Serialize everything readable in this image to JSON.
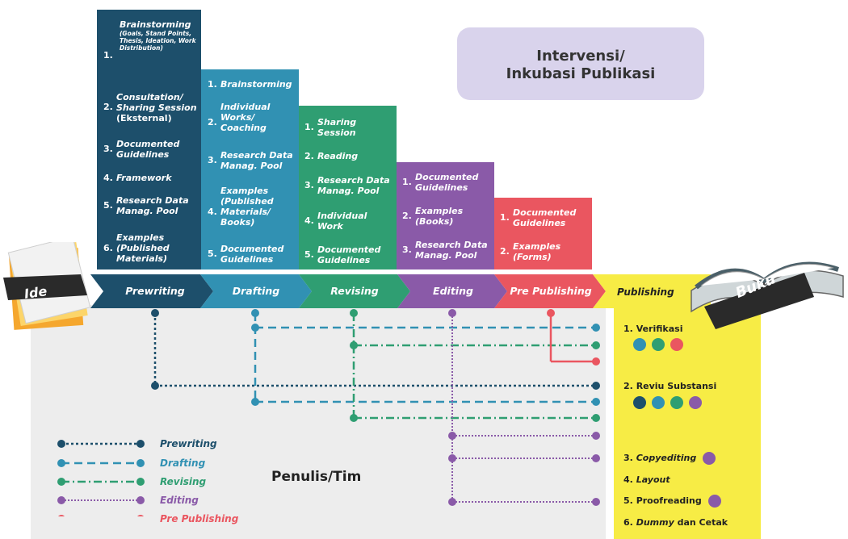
{
  "title_box": {
    "line1": "Intervensi/",
    "line2": "Inkubasi Publikasi"
  },
  "colors": {
    "prewriting": "#1d4f6b",
    "drafting": "#3191b3",
    "revising": "#2f9e72",
    "editing": "#8a5aa8",
    "pre_publishing": "#ea5660",
    "publishing": "#f7ec45"
  },
  "panels": {
    "prewriting": [
      {
        "num": "1.",
        "text": "Brainstorming",
        "sub": "(Goals, Stand Points, Thesis, Ideation, Work Distribution)"
      },
      {
        "num": "2.",
        "text": "Consultation/ Sharing Session",
        "extra": "(Eksternal)"
      },
      {
        "num": "3.",
        "text": "Documented Guidelines"
      },
      {
        "num": "4.",
        "text": "Framework"
      },
      {
        "num": "5.",
        "text": "Research Data Manag. Pool"
      },
      {
        "num": "6.",
        "text": "Examples (Published Materials)"
      }
    ],
    "drafting": [
      {
        "num": "1.",
        "text": "Brainstorming"
      },
      {
        "num": "2.",
        "text": "Individual Works/ Coaching"
      },
      {
        "num": "3.",
        "text": "Research Data Manag. Pool"
      },
      {
        "num": "4.",
        "text": "Examples (Published Materials/ Books)"
      },
      {
        "num": "5.",
        "text": "Documented Guidelines"
      }
    ],
    "revising": [
      {
        "num": "1.",
        "text": "Sharing Session"
      },
      {
        "num": "2.",
        "text": "Reading"
      },
      {
        "num": "3.",
        "text": "Research Data Manag. Pool"
      },
      {
        "num": "4.",
        "text": "Individual Work"
      },
      {
        "num": "5.",
        "text": "Documented Guidelines"
      }
    ],
    "editing": [
      {
        "num": "1.",
        "text": "Documented Guidelines"
      },
      {
        "num": "2.",
        "text": "Examples (Books)"
      },
      {
        "num": "3.",
        "text": "Research Data Manag. Pool"
      }
    ],
    "pre_publishing": [
      {
        "num": "1.",
        "text": "Documented Guidelines"
      },
      {
        "num": "2.",
        "text": "Examples (Forms)"
      }
    ]
  },
  "stages": [
    "Prewriting",
    "Drafting",
    "Revising",
    "Editing",
    "Pre Publishing",
    "Publishing"
  ],
  "ide_label": "Ide",
  "buku_label": "Buku",
  "center_label": "Penulis/Tim",
  "publishing_steps": [
    {
      "num": "1.",
      "text": "Verifikasi"
    },
    {
      "num": "2.",
      "text": "Reviu Substansi"
    },
    {
      "num": "3.",
      "text": "Copyediting"
    },
    {
      "num": "4.",
      "text": "Layout"
    },
    {
      "num": "5.",
      "text": "Proofreading"
    },
    {
      "num": "6.",
      "text": "Dummy",
      "text2": "dan Cetak"
    }
  ],
  "legend": [
    "Prewriting",
    "Drafting",
    "Revising",
    "Editing",
    "Pre Publishing"
  ]
}
